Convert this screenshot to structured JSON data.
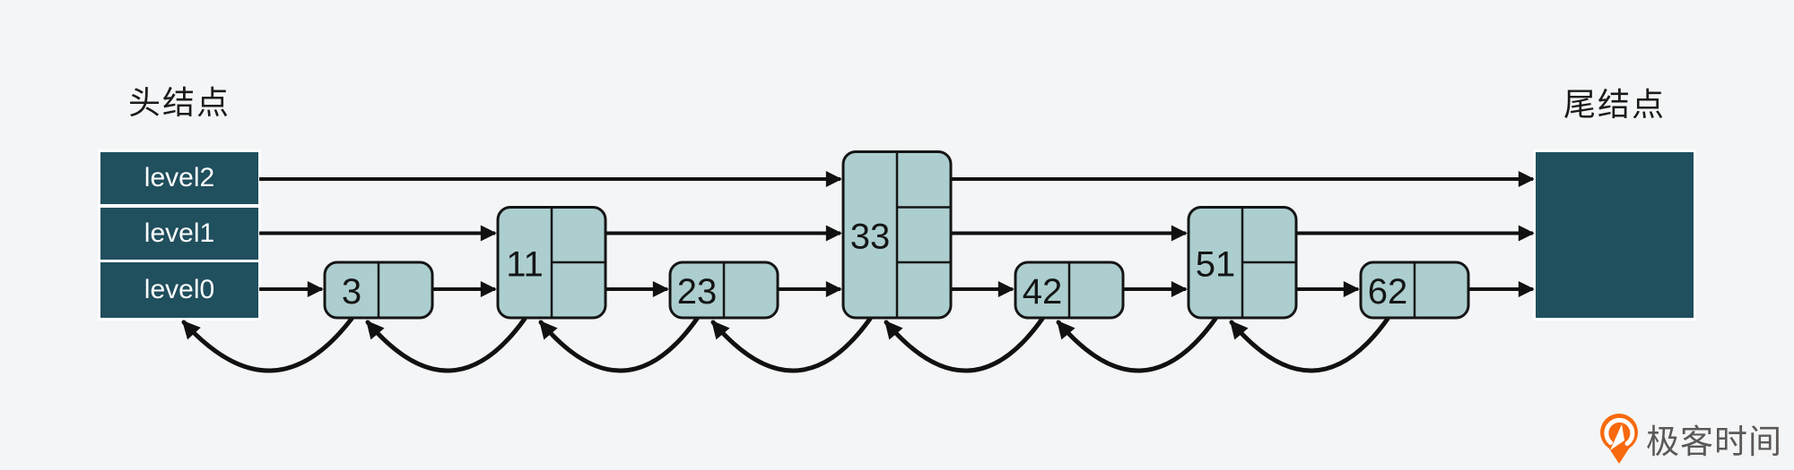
{
  "page": {
    "background": "#f4f5f6"
  },
  "diagram": {
    "type": "skiplist",
    "head": {
      "title": "头结点",
      "levels": [
        "level2",
        "level1",
        "level0"
      ],
      "fill": "#204f5e",
      "text_color": "#ffffff"
    },
    "tail": {
      "title": "尾结点",
      "fill": "#204f5e"
    },
    "nodes": [
      {
        "value": "3",
        "levels": 1
      },
      {
        "value": "11",
        "levels": 2
      },
      {
        "value": "23",
        "levels": 1
      },
      {
        "value": "33",
        "levels": 3
      },
      {
        "value": "42",
        "levels": 1
      },
      {
        "value": "51",
        "levels": 2
      },
      {
        "value": "62",
        "levels": 1
      }
    ],
    "node_fill": "#accecf",
    "node_stroke": "#151515",
    "arrow_color": "#111111",
    "forward_links": {
      "level0": [
        "head",
        "3",
        "11",
        "23",
        "33",
        "42",
        "51",
        "62",
        "tail"
      ],
      "level1": [
        "head",
        "11",
        "33",
        "51",
        "tail"
      ],
      "level2": [
        "head",
        "33",
        "tail"
      ]
    },
    "backward_links": [
      [
        "3",
        "head"
      ],
      [
        "11",
        "3"
      ],
      [
        "23",
        "11"
      ],
      [
        "33",
        "23"
      ],
      [
        "42",
        "33"
      ],
      [
        "51",
        "42"
      ],
      [
        "62",
        "51"
      ]
    ]
  },
  "brand": {
    "name": "极客时间",
    "icon_color": "#f8690d",
    "text_color": "#5b5858"
  }
}
